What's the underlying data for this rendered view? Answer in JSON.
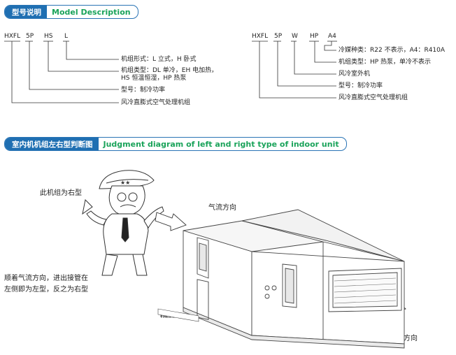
{
  "section1": {
    "title_cn": "型号说明",
    "title_en": "Model Description"
  },
  "left_model": {
    "codes": [
      "HXFL",
      "5P",
      "HS",
      "L"
    ],
    "descriptions": [
      [
        "机组形式：L 立式，H 卧式"
      ],
      [
        "机组类型：DL 单冷，EH 电加热，",
        "HS 恒温恒湿，HP 热泵"
      ],
      [
        "型号：制冷功率"
      ],
      [
        "风冷直膨式空气处理机组"
      ]
    ]
  },
  "right_model": {
    "codes": [
      "HXFL",
      "5P",
      "W",
      "HP",
      "A4"
    ],
    "descriptions": [
      "冷媒种类：R22 不表示，A4：R410A",
      "机组类型：HP 热泵，单冷不表示",
      "风冷室外机",
      "型号：制冷功率",
      "风冷直膨式空气处理机组"
    ]
  },
  "section2": {
    "title_cn": "室内机机组左右型判断图",
    "title_en": "Judgment diagram of left and right type of indoor unit"
  },
  "diagram": {
    "right_type_label": "此机组为右型",
    "rule_line1": "顺着气流方向，进出接管在",
    "rule_line2": "左侧即为左型，反之为右型",
    "airflow_top": "气流方向",
    "airflow_bottom": "气流方向",
    "unit_sticker": "机组接管及检修侧!"
  },
  "colors": {
    "header_blue": "#1f6fb2",
    "header_green": "#1aa35a"
  }
}
